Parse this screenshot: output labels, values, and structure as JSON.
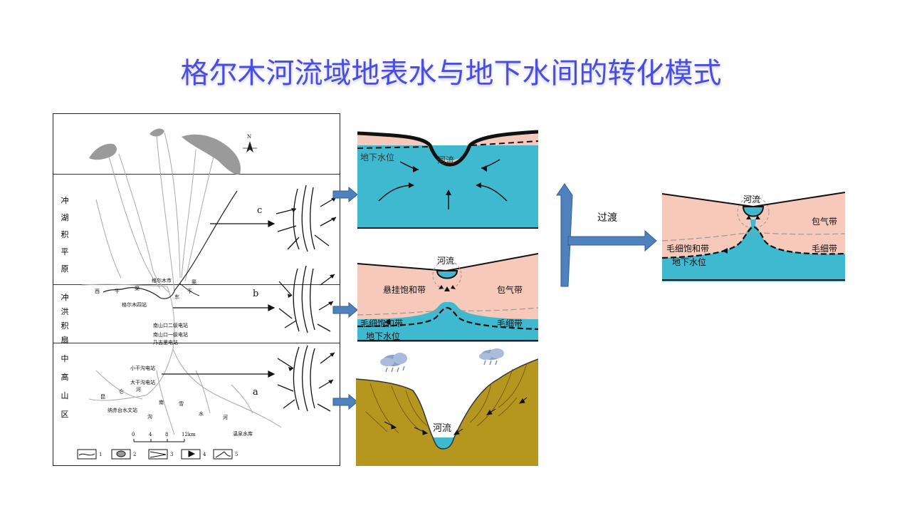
{
  "title": "格尔木河流域地表水与地下水间的转化模式",
  "map": {
    "north": "N",
    "zones": [
      {
        "name": "冲湖积平原",
        "chars": [
          "冲",
          "湖",
          "积",
          "平",
          "原"
        ]
      },
      {
        "name": "冲洪积扇",
        "chars": [
          "冲",
          "洪",
          "积",
          "扇"
        ]
      },
      {
        "name": "中高山区",
        "chars": [
          "中",
          "高",
          "山",
          "区"
        ]
      }
    ],
    "places": {
      "golmud": "格尔木市",
      "golmud4": "格尔木四站",
      "p2": "南山口二级电站",
      "p1": "南山口一级电站",
      "naiji": "乃吉里电站",
      "xiaogan": "小干沟电站",
      "dagan": "大干沟电站",
      "nachitai": "纳赤台水文站",
      "wenquan": "温泉水库",
      "xi": "西",
      "gan1": "干",
      "qu1": "渠",
      "dong": "东",
      "gan2": "干",
      "qu2": "渠",
      "kun": "昆",
      "lun": "仑",
      "he1": "河",
      "nan": "南",
      "gou": "沟",
      "xue": "雪",
      "shui": "水",
      "he2": "河"
    },
    "scale": [
      "0",
      "4",
      "8",
      "12km"
    ],
    "legend": [
      "1",
      "2",
      "3",
      "4",
      "5"
    ],
    "labels": [
      "c",
      "b",
      "a"
    ]
  },
  "diagram_c": {
    "groundwater": "地下水位",
    "river": "河流"
  },
  "diagram_b": {
    "river": "河流",
    "perched": "悬挂饱和带",
    "vadose": "包气带",
    "capillary_sat": "毛细饱和带",
    "capillary": "毛细带",
    "groundwater": "地下水位"
  },
  "diagram_a": {
    "river": "河流"
  },
  "transition": "过渡",
  "diagram_t": {
    "river": "河流",
    "vadose": "包气带",
    "capillary_sat": "毛细饱和带",
    "capillary": "毛细带",
    "groundwater": "地下水位"
  },
  "colors": {
    "title": "#4a4ee0",
    "water": "#3fb9d0",
    "vadose": "#f6c9bb",
    "soil": "#b5961f",
    "arrow": "#4f81bd"
  }
}
